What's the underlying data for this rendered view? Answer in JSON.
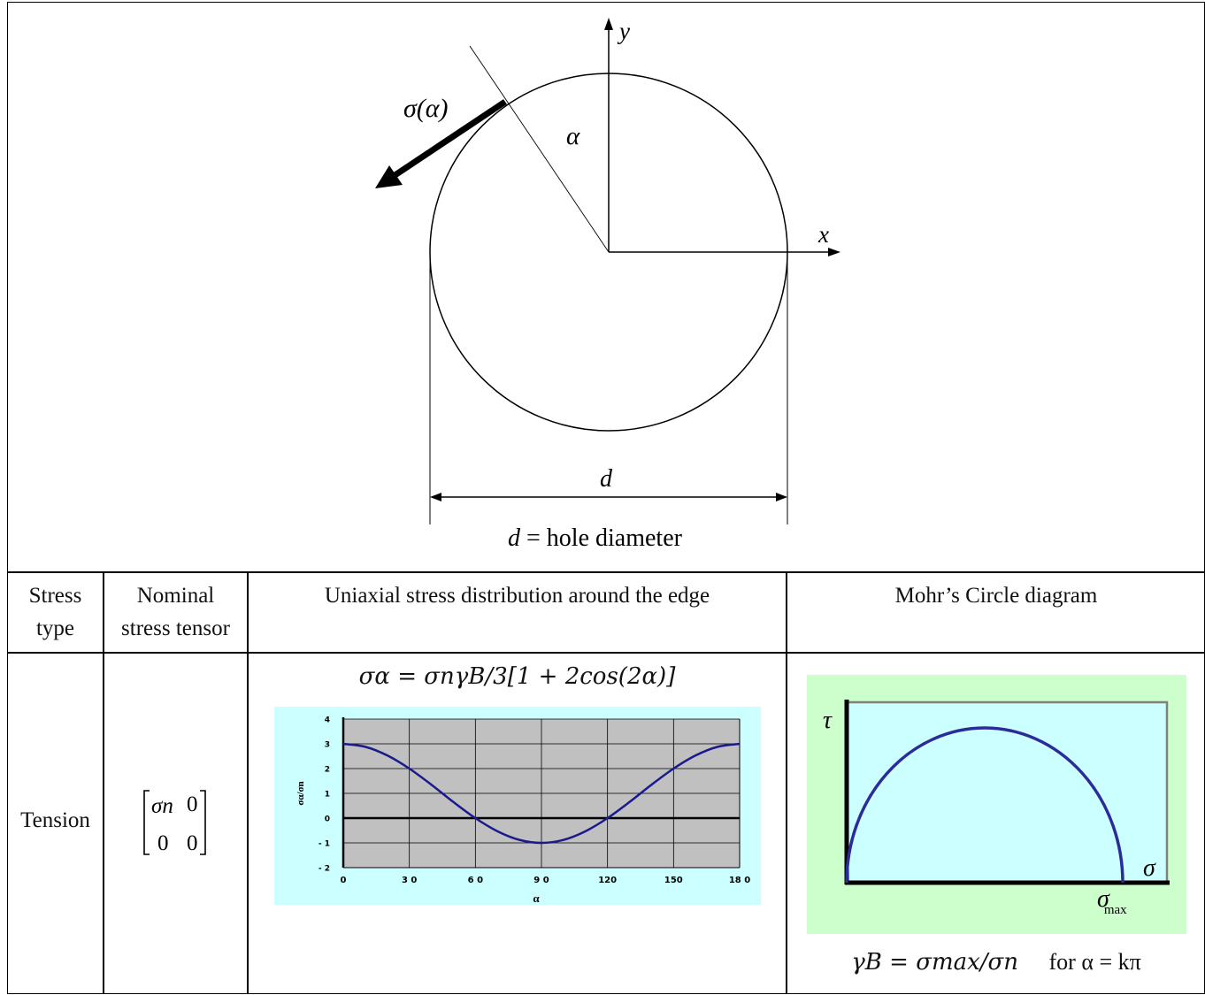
{
  "figure": {
    "axis_y_label": "y",
    "axis_x_label": "x",
    "stress_label": "σ(α)",
    "angle_label": "α",
    "diameter_label": "d",
    "caption_var": "d",
    "caption_text": " = hole diameter"
  },
  "table": {
    "headers": {
      "stress_type": [
        "Stress",
        "type"
      ],
      "nominal_tensor": [
        "Nominal",
        "stress tensor"
      ],
      "uniaxial": "Uniaxial stress distribution around the edge",
      "mohr": "Mohr’s Circle diagram"
    },
    "row": {
      "stress_type": "Tension",
      "tensor": [
        [
          "σn",
          "0"
        ],
        [
          "0",
          "0"
        ]
      ],
      "formula": "σα = σnγB/3[1 + 2cos(2α)]",
      "mohr_formula": "γB = σmax/σn",
      "mohr_condition": "for   α = kπ"
    }
  },
  "chart_data": {
    "type": "line",
    "title": "",
    "xlabel": "α",
    "ylabel": "σα/σn",
    "xlim": [
      0,
      180
    ],
    "ylim": [
      -2,
      4
    ],
    "x_ticks": [
      "0",
      "3 0",
      "6 0",
      "9 0",
      "120",
      "150",
      "18 0"
    ],
    "y_ticks": [
      "- 2",
      "- 1",
      "0",
      "1",
      "2",
      "3",
      "4"
    ],
    "grid": true,
    "series": [
      {
        "color": "#1a1a8c",
        "x": [
          0,
          10,
          20,
          30,
          40,
          50,
          60,
          70,
          80,
          90,
          100,
          110,
          120,
          130,
          140,
          150,
          160,
          170,
          180
        ],
        "y": [
          3.0,
          2.88,
          2.53,
          2.0,
          1.35,
          0.65,
          0.0,
          -0.53,
          -0.88,
          -1.0,
          -0.88,
          -0.53,
          0.0,
          0.65,
          1.35,
          2.0,
          2.53,
          2.88,
          3.0
        ]
      }
    ]
  },
  "mohr": {
    "tau_label": "τ",
    "sigma_label": "σ",
    "sigma_max_label": "σ",
    "sigma_max_sub": "max",
    "outer_bg": "#ccffcc",
    "inner_bg": "#ccffff",
    "curve_color": "#2b2b9a"
  }
}
